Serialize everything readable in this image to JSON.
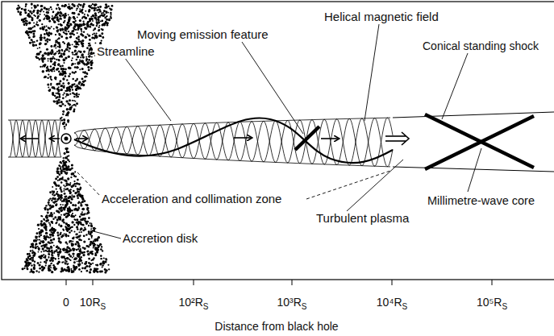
{
  "diagram": {
    "labels": [
      "Moving emission feature",
      "Helical magnetic field",
      "Streamline",
      "Conical standing shock",
      "Acceleration and collimation zone",
      "Millimetre-wave core",
      "Turbulent plasma",
      "Accretion disk",
      "0",
      "10R",
      "S",
      "10²R",
      "S",
      "10³R",
      "S",
      "10⁴R",
      "S",
      "10⁵R",
      "S",
      "Distance from black hole"
    ]
  }
}
